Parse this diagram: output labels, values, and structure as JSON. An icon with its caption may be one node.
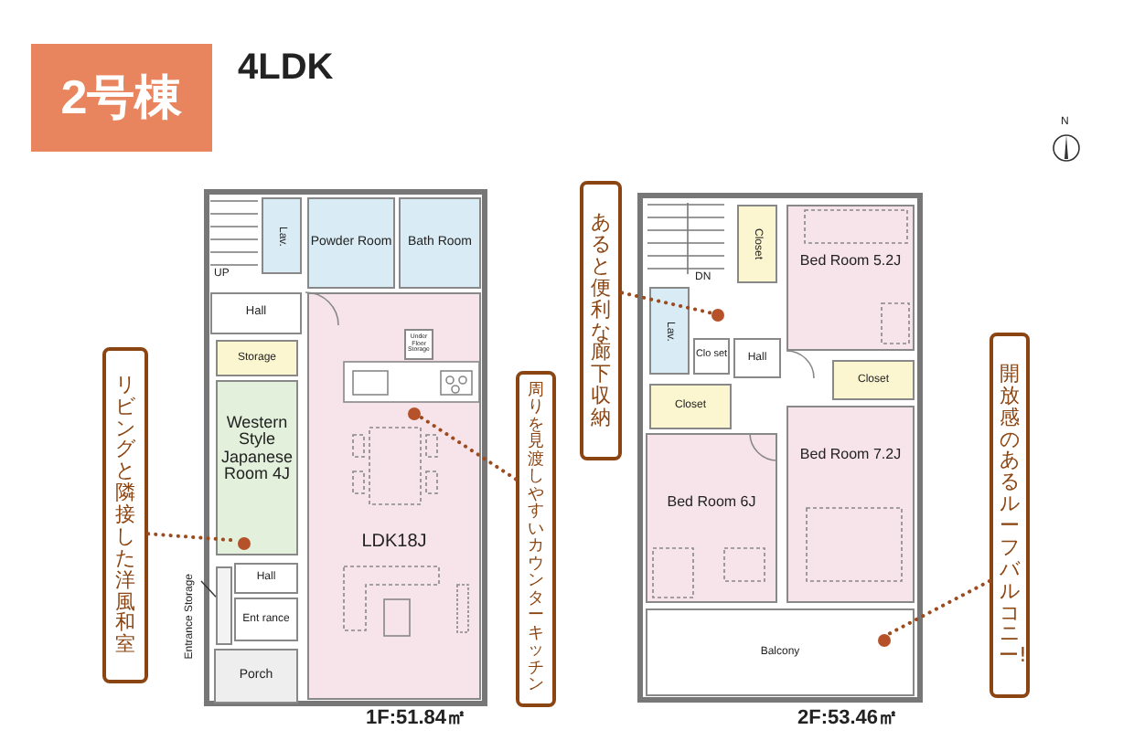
{
  "diagram": {
    "nodes": [
      {
        "text": [
          "Hall"
        ]
      },
      {
        "text": [
          "Lav."
        ]
      },
      {
        "text": [
          "Powder Room"
        ]
      },
      {
        "text": [
          "Bath Room"
        ]
      },
      {
        "text": [
          "LDK18J"
        ]
      },
      {
        "text": [
          "Under Floor Storage"
        ],
        "in": 4
      },
      {
        "text": [
          "Storage"
        ]
      },
      {
        "text": [
          "Western Style Japanese Room 4J"
        ]
      },
      {
        "text": [
          "Hall"
        ]
      },
      {
        "text": [
          "Ent rance"
        ]
      },
      {
        "text": [
          "Porch"
        ]
      },
      {
        "text": [
          "Entrance Storage"
        ]
      },
      {
        "text": [],
        "shape": "box"
      },
      {
        "text": [
          "Closet"
        ]
      },
      {
        "text": [
          "Bed Room 5.2J"
        ]
      },
      {
        "text": [
          "Lav."
        ]
      },
      {
        "text": [
          "Clo set"
        ]
      },
      {
        "text": [
          "Hall"
        ]
      },
      {
        "text": [
          "Closet"
        ]
      },
      {
        "text": [
          "Bed Room 6J"
        ]
      },
      {
        "text": [
          "Closet"
        ]
      },
      {
        "text": [
          "Bed Room 7.2J"
        ]
      },
      {
        "text": [
          "Balcony"
        ]
      },
      {
        "text": [
          "リビングと隣接した洋風和室"
        ]
      },
      {
        "text": [
          "周りを見渡しやすいカウンターキッチン"
        ]
      },
      {
        "text": [
          "あると便利な廊下収納"
        ]
      },
      {
        "text": [
          "開放感のあるルーフバルコニー!"
        ]
      },
      {
        "text": [],
        "shape": "circle",
        "in": 7
      },
      {
        "text": [],
        "shape": "circle",
        "in": 4
      },
      {
        "text": [],
        "shape": "circle"
      },
      {
        "text": [],
        "shape": "circle",
        "in": 22
      }
    ],
    "edges": [
      {
        "from": 11,
        "to": 12,
        "arrow": "none",
        "color": "#333333"
      },
      {
        "from": 23,
        "to": 27,
        "arrow": "none",
        "style": "dashed"
      },
      {
        "from": 24,
        "to": 28,
        "arrow": "none",
        "style": "dashed"
      },
      {
        "from": 25,
        "to": 29,
        "arrow": "none",
        "style": "dashed"
      },
      {
        "from": 26,
        "to": 30,
        "arrow": "none",
        "style": "dashed"
      }
    ],
    "labels": [
      "2号棟",
      "4LDK",
      "UP",
      "1F:51.84㎡",
      "DN",
      "2F:53.46㎡",
      "N"
    ]
  }
}
